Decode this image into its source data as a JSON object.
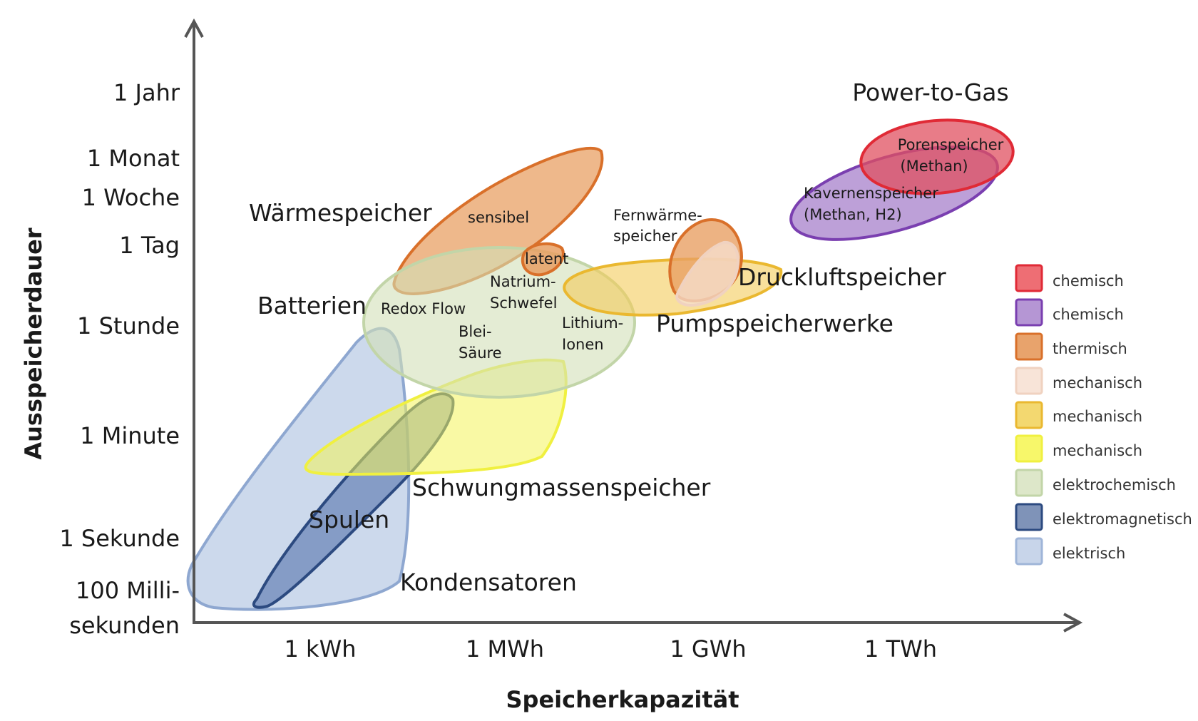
{
  "chart_data": {
    "type": "area",
    "xlabel": "Speicherkapazität",
    "ylabel": "Ausspeicherdauer",
    "x_ticks": [
      "1 kWh",
      "1 MWh",
      "1 GWh",
      "1 TWh"
    ],
    "y_ticks": [
      "1 Jahr",
      "1 Monat",
      "1 Woche",
      "1 Tag",
      "1 Stunde",
      "1 Minute",
      "1 Sekunde",
      "100 Milli-",
      "sekunden"
    ],
    "regions": [
      {
        "id": "kondensatoren",
        "label": "Kondensatoren",
        "category": "elektrisch",
        "color": "#9ab3d9"
      },
      {
        "id": "spulen",
        "label": "Spulen",
        "category": "elektromagnetisch",
        "color": "#4a6aa8"
      },
      {
        "id": "schwungmassen",
        "label": "Schwungmassenspeicher",
        "category": "mechanisch",
        "color": "#f4f45a"
      },
      {
        "id": "batterien",
        "label": "Batterien",
        "category": "elektrochemisch",
        "color": "#d2e0b8",
        "sublabels": [
          "Redox Flow",
          "Natrium-",
          "Schwefel",
          "Blei-",
          "Säure",
          "Lithium-",
          "Ionen"
        ]
      },
      {
        "id": "waermespeicher",
        "label": "Wärmespeicher",
        "category": "thermisch",
        "color": "#e8a064",
        "sublabels": [
          "sensibel",
          "latent"
        ]
      },
      {
        "id": "pumpspeicher",
        "label": "Pumpspeicherwerke",
        "category": "mechanisch",
        "color": "#f3cc5a"
      },
      {
        "id": "fernwaerme",
        "label": "Fernwärme-",
        "label2": "speicher",
        "category": "thermisch",
        "color": "#e8a064"
      },
      {
        "id": "druckluft",
        "label": "Druckluftspeicher",
        "category": "mechanisch",
        "color": "#f6e0d0"
      },
      {
        "id": "kavernen",
        "label": "Kavernenspeicher",
        "label2": "(Methan, H2)",
        "category": "chemisch",
        "color": "#a178c8"
      },
      {
        "id": "poren",
        "label": "Porenspeicher",
        "label2": "(Methan)",
        "category": "chemisch",
        "color": "#e05060"
      },
      {
        "id": "ptg",
        "label": "Power-to-Gas"
      }
    ]
  },
  "legend": [
    {
      "label": "chemisch",
      "fill": "#ee6e74",
      "stroke": "#e02a36"
    },
    {
      "label": "chemisch",
      "fill": "#b596d4",
      "stroke": "#7a3fb0"
    },
    {
      "label": "thermisch",
      "fill": "#e8a36c",
      "stroke": "#d9702a"
    },
    {
      "label": "mechanisch",
      "fill": "#f8e4d8",
      "stroke": "#f0d2c0"
    },
    {
      "label": "mechanisch",
      "fill": "#f3d870",
      "stroke": "#eab830"
    },
    {
      "label": "mechanisch",
      "fill": "#f7f76a",
      "stroke": "#f0f040"
    },
    {
      "label": "elektrochemisch",
      "fill": "#dde7c9",
      "stroke": "#c2d5a8"
    },
    {
      "label": "elektromagnetisch",
      "fill": "#7f93b8",
      "stroke": "#2c4a80"
    },
    {
      "label": "elektrisch",
      "fill": "#c8d5ea",
      "stroke": "#9fb5d8"
    }
  ]
}
